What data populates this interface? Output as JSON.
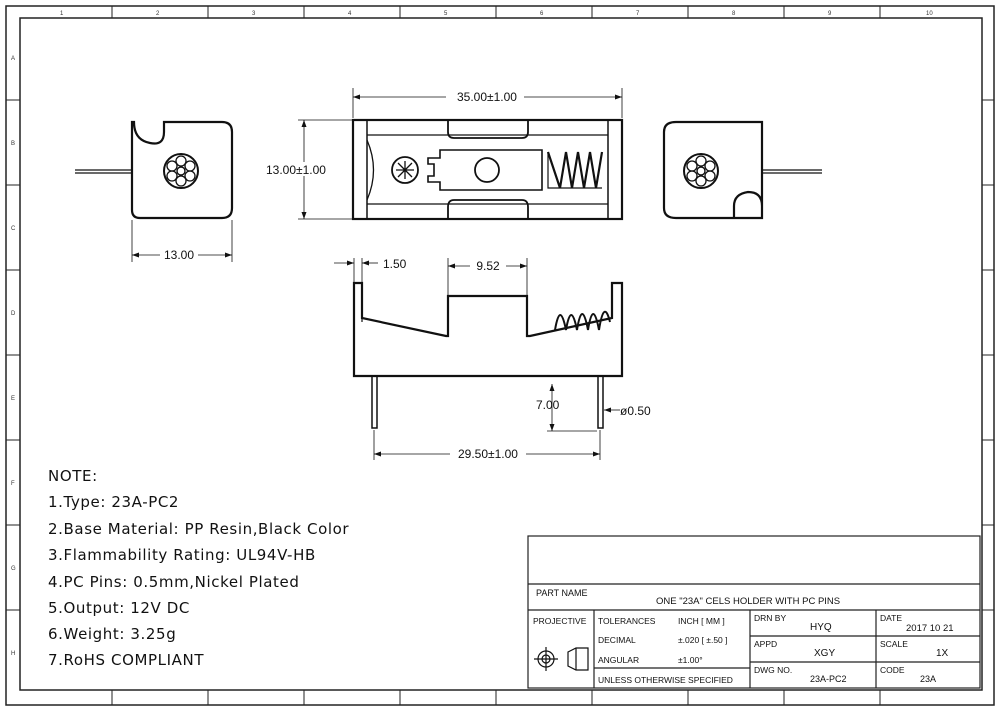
{
  "border": {
    "top_zones": [
      "1",
      "2",
      "3",
      "4",
      "5",
      "6",
      "7",
      "8",
      "9",
      "10"
    ],
    "left_zones": [
      "A",
      "B",
      "C",
      "D",
      "E",
      "F",
      "G",
      "H"
    ]
  },
  "dimensions": {
    "overall_length": "35.00±1.00",
    "height": "13.00±1.00",
    "side_width": "13.00",
    "wall": "1.50",
    "gap": "9.52",
    "pin_length": "7.00",
    "pin_diameter": "ø0.50",
    "pin_spacing": "29.50±1.00"
  },
  "notes": {
    "heading": "NOTE:",
    "items": [
      "1.Type:  23A-PC2",
      "2.Base Material:  PP Resin,Black Color",
      "3.Flammability Rating:  UL94V-HB",
      "4.PC Pins:  0.5mm,Nickel Plated",
      "5.Output:  12V DC",
      "6.Weight:  3.25g",
      "7.RoHS COMPLIANT"
    ]
  },
  "title_block": {
    "part_name_label": "PART NAME",
    "part_name": "ONE \"23A\" CELS HOLDER WITH PC PINS",
    "projective_label": "PROJECTIVE",
    "tolerances_label": "TOLERANCES",
    "units": "INCH   [ MM ]",
    "decimal_label": "DECIMAL",
    "decimal_value": "±.020   [ ±.50 ]",
    "angular_label": "ANGULAR",
    "angular_value": "±1.00°",
    "unless_label": "UNLESS OTHERWISE SPECIFIED",
    "drn_label": "DRN BY",
    "drn_value": "HYQ",
    "appd_label": "APPD",
    "appd_value": "XGY",
    "dwg_label": "DWG NO.",
    "dwg_value": "23A-PC2",
    "date_label": "DATE",
    "date_value": "2017 10 21",
    "scale_label": "SCALE",
    "scale_value": "1X",
    "code_label": "CODE",
    "code_value": "23A"
  }
}
